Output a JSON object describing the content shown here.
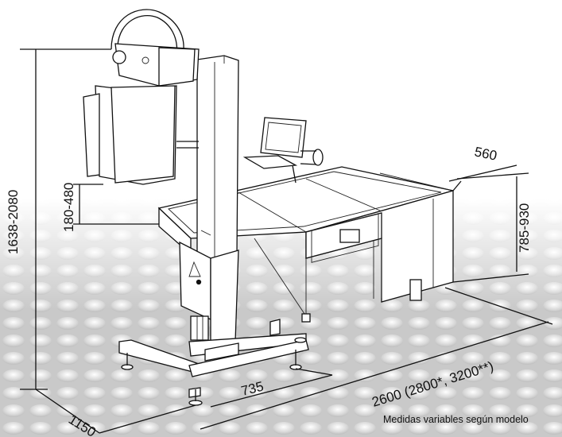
{
  "dimensions": {
    "total_height": "1638-2080",
    "head_clearance": "180-480",
    "table_width": "560",
    "table_height": "785-930",
    "base_depth": "1150",
    "base_width": "735",
    "total_length": "2600 (2800*, 3200**)"
  },
  "note": "Medidas variables según modelo",
  "colors": {
    "line": "#111111",
    "background_pattern": "#c8c8c8",
    "panel_fill": "#ffffff"
  }
}
